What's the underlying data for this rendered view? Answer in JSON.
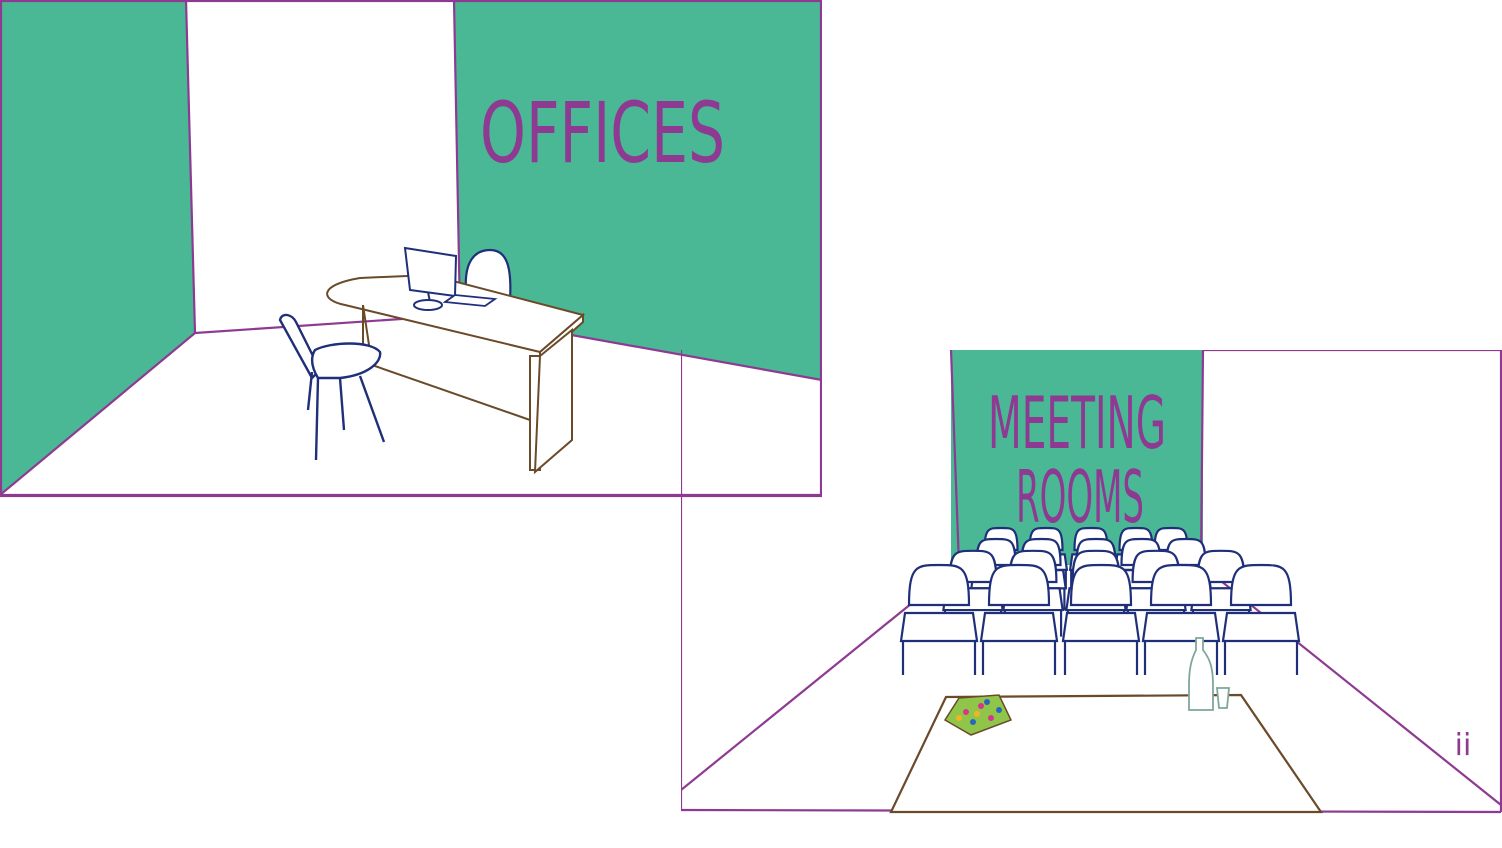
{
  "offices": {
    "title": "OFFICES"
  },
  "meeting_rooms": {
    "title_line1": "MEETING",
    "title_line2": "ROOMS",
    "page_marker": "ii"
  },
  "colors": {
    "wall_green": "#4ab894",
    "outline_purple": "#8e3a92",
    "chair_blue": "#1f2f7a",
    "desk_brown": "#6b4a2a",
    "text_purple": "#8e3a92"
  },
  "icons": [
    "desk-icon",
    "chair-icon",
    "computer-monitor-icon",
    "keyboard-icon",
    "bottle-icon",
    "glass-icon",
    "notebook-icon"
  ]
}
